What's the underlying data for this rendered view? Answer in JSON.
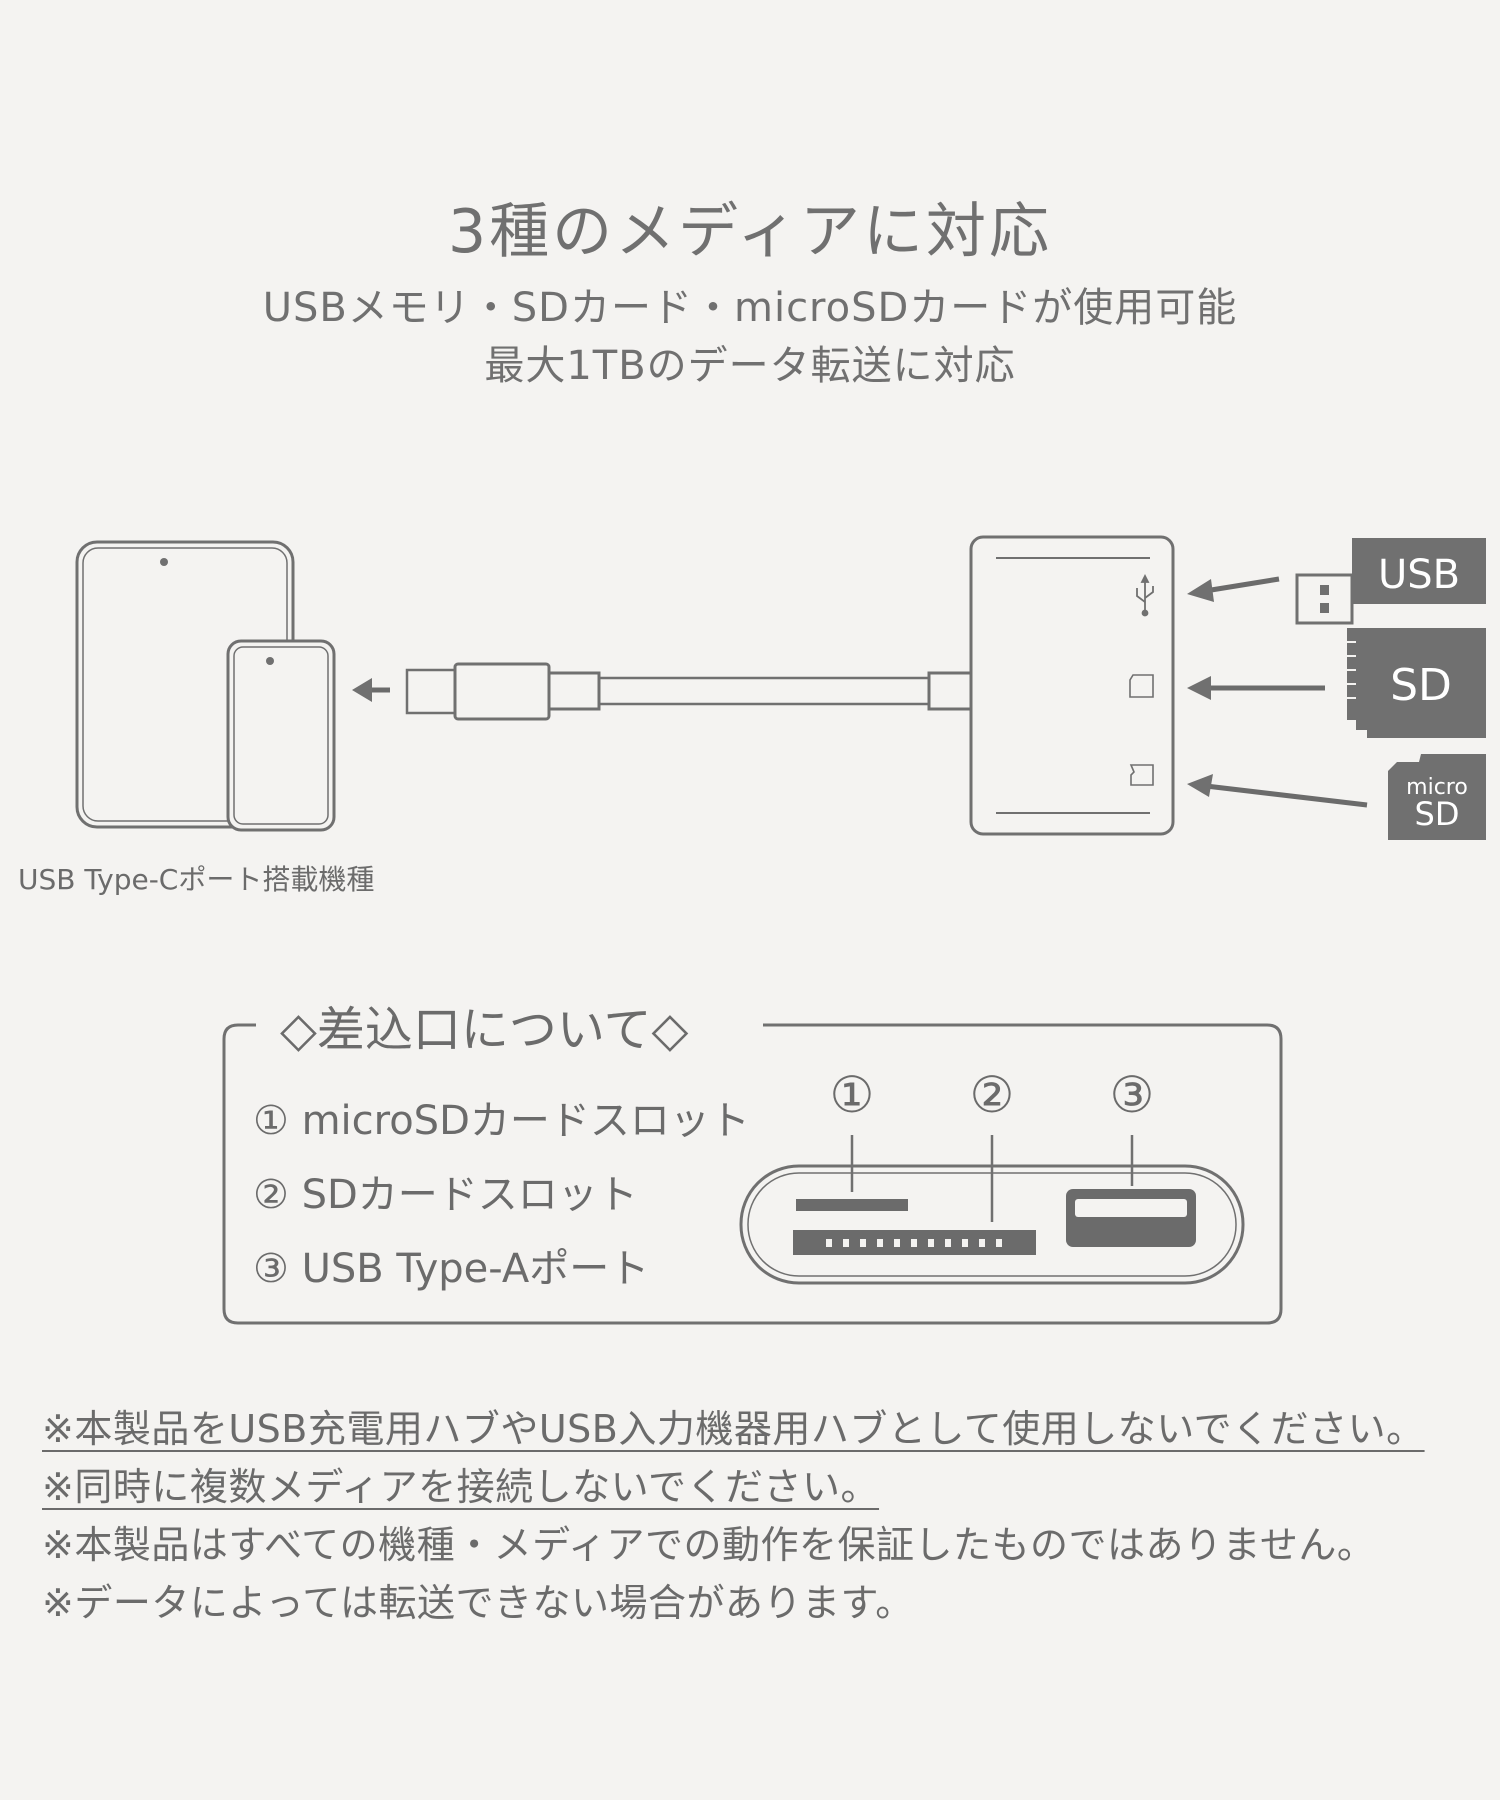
{
  "header": {
    "title": "3種のメディアに対応",
    "subtitle_line1": "USBメモリ・SDカード・microSDカードが使用可能",
    "subtitle_line2": "最大1TBのデータ転送に対応"
  },
  "diagram": {
    "device_caption": "USB Type-Cポート搭載機種",
    "media_labels": {
      "usb": "USB",
      "sd": "SD",
      "micro_top": "micro",
      "micro_bottom": "SD"
    },
    "slot_icons": [
      "usb-icon",
      "sd-card-icon",
      "microsd-card-icon"
    ]
  },
  "ports_box": {
    "title": "◇差込口について◇",
    "items": [
      "① microSDカードスロット",
      "② SDカードスロット",
      "③ USB Type-Aポート"
    ],
    "markers": [
      "①",
      "②",
      "③"
    ]
  },
  "notes": [
    "※本製品をUSB充電用ハブやUSB入力機器用ハブとして使用しないでください。",
    "※同時に複数メディアを接続しないでください。",
    "※本製品はすべての機種・メディアでの動作を保証したものではありません。",
    "※データによっては転送できない場合があります。"
  ],
  "colors": {
    "line": "#707070",
    "fill_dark": "#6b6b6b",
    "background": "#f4f3f1"
  }
}
